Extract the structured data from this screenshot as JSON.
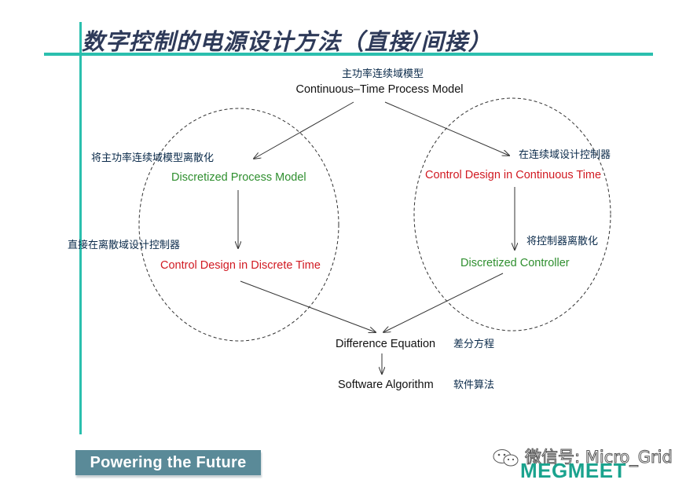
{
  "title": "数字控制的电源设计方法（直接/间接）",
  "top": {
    "cn": "主功率连续域模型",
    "en": "Continuous–Time Process Model"
  },
  "left": {
    "step1_cn": "将主功率连续域模型离散化",
    "step1_en": "Discretized Process Model",
    "step2_cn": "直接在离散域设计控制器",
    "step2_en": "Control Design in Discrete Time"
  },
  "right": {
    "step1_cn": "在连续域设计控制器",
    "step1_en": "Control Design in Continuous Time",
    "step2_cn": "将控制器离散化",
    "step2_en": "Discretized Controller"
  },
  "bottom": {
    "diff_en": "Difference Equation",
    "diff_cn": "差分方程",
    "soft_en": "Software Algorithm",
    "soft_cn": "软件算法"
  },
  "footer": {
    "slogan": "Powering the Future",
    "wechat": "微信号: Micro_Grid",
    "brand": "MEGMEET"
  },
  "colors": {
    "accent_line": "#2bbfae",
    "green_text": "#2f8f2f",
    "red_text": "#d11a22",
    "slogan_bg": "#5a8a98",
    "brand": "#1aa38e"
  }
}
